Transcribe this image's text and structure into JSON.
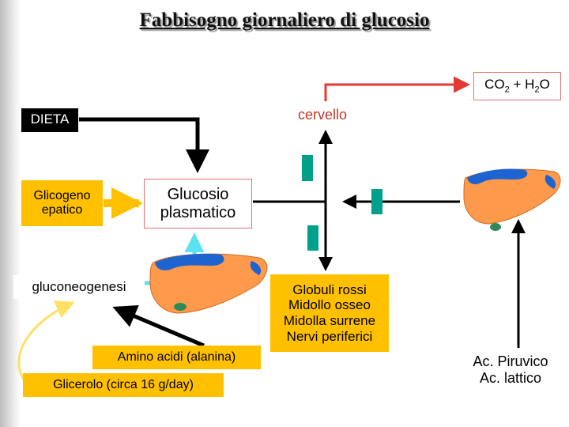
{
  "title": "Fabbisogno giornaliero di glucosio",
  "labels": {
    "dieta": "DIETA",
    "cervello": "cervello",
    "co2_main": "CO",
    "co2_sub": "2",
    "co2_plus": " + H",
    "h2o_sub": "2",
    "h2o_o": "O",
    "glicogeno_line1": "Glicogeno",
    "glicogeno_line2": "epatico",
    "glucosio_line1": "Glucosio",
    "glucosio_line2": "plasmatico",
    "gluconeogenesi": "gluconeogenesi",
    "amino_acidi": "Amino acidi (alanina)",
    "glicerolo": "Glicerolo (circa 16 g/day)",
    "globuli_line1": "Globuli rossi",
    "globuli_line2": "Midollo osseo",
    "globuli_line3": "Midolla surrene",
    "globuli_line4": "Nervi periferici",
    "acpir_line1": "Ac. Piruvico",
    "acpir_line2": "Ac. lattico"
  },
  "colors": {
    "box_fill": "#ffc000",
    "red_arrow": "#e53935",
    "cyan_arrow": "#5ce1f0",
    "yellow_arrow": "#ffe066",
    "teal_bar": "#00a08a",
    "liver": "#ff9a4d",
    "liver_vessel": "#1e64d0"
  },
  "icons": [
    "liver-icon",
    "liver-icon",
    "liver-icon"
  ]
}
